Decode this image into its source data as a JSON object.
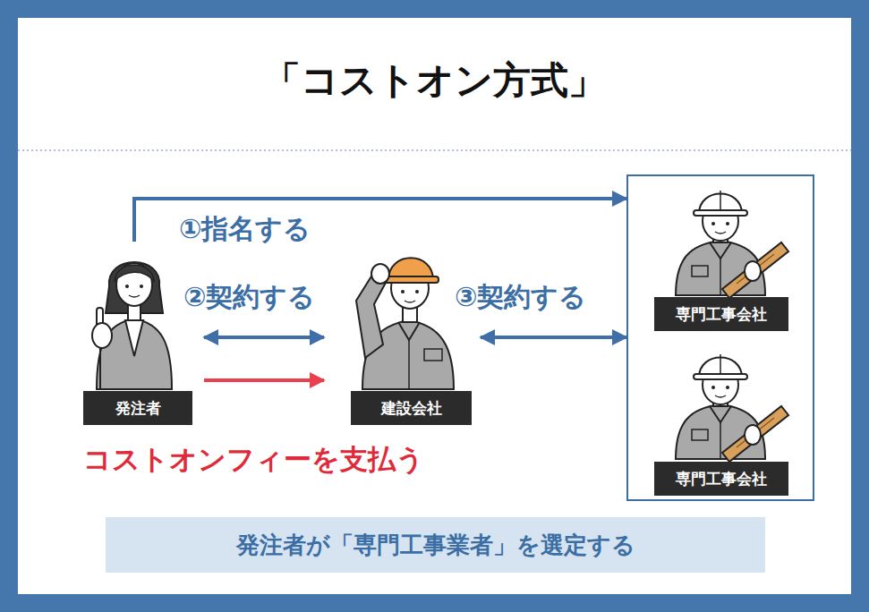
{
  "diagram": {
    "title": "「コストオン方式」",
    "nodes": [
      {
        "text": [
          "発注者"
        ]
      },
      {
        "text": [
          "建設会社"
        ]
      },
      {
        "text": []
      },
      {
        "text": [
          "専門工事会社"
        ],
        "in": 2
      },
      {
        "text": [
          "専門工事会社"
        ],
        "in": 2
      },
      {
        "text": [
          "発注者が「専門工事業者」を選定する"
        ]
      }
    ],
    "edges": [
      {
        "from": 0,
        "to": 2,
        "arrow": "to",
        "label": "①指名する"
      },
      {
        "from": 0,
        "to": 1,
        "arrow": "both",
        "label": "②契約する"
      },
      {
        "from": 0,
        "to": 1,
        "arrow": "to",
        "label": "コストオンフィーを支払う"
      },
      {
        "from": 1,
        "to": 2,
        "arrow": "both",
        "label": "③契約する"
      }
    ]
  }
}
